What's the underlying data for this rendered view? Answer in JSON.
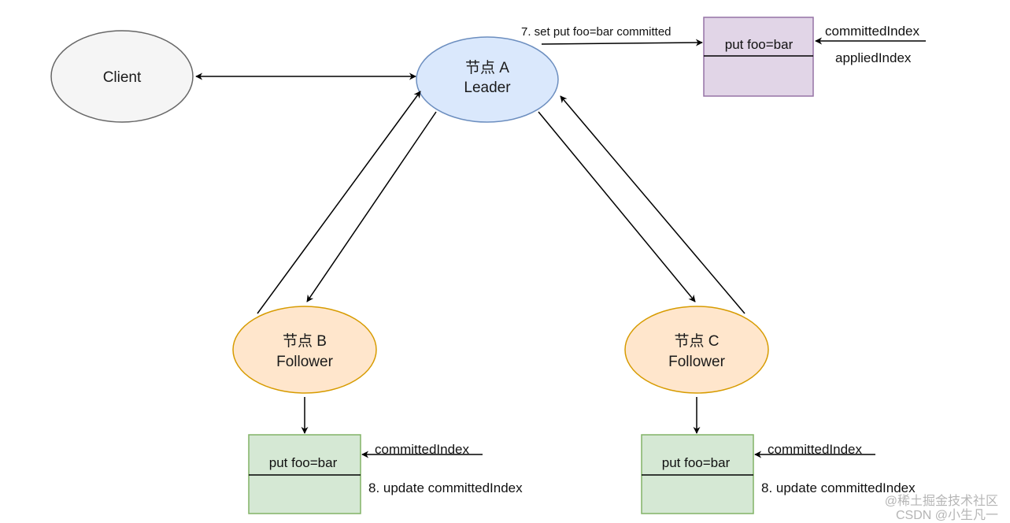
{
  "nodes": {
    "client": {
      "label": "Client",
      "fill": "#f5f5f5",
      "stroke": "#666666"
    },
    "leader": {
      "line1": "节点 A",
      "line2": "Leader",
      "fill": "#dae8fc",
      "stroke": "#6c8ebf"
    },
    "follower_b": {
      "line1": "节点 B",
      "line2": "Follower",
      "fill": "#ffe6cc",
      "stroke": "#d79b00"
    },
    "follower_c": {
      "line1": "节点 C",
      "line2": "Follower",
      "fill": "#ffe6cc",
      "stroke": "#d79b00"
    }
  },
  "logs": {
    "leader": {
      "entry": "put foo=bar",
      "fill": "#e1d5e7",
      "stroke": "#9673a6"
    },
    "follower_b": {
      "entry": "put foo=bar",
      "fill": "#d5e8d4",
      "stroke": "#82b366"
    },
    "follower_c": {
      "entry": "put foo=bar",
      "fill": "#d5e8d4",
      "stroke": "#82b366"
    }
  },
  "labels": {
    "leader_commit_step": "7. set put foo=bar committed",
    "leader_committed_index": "committedIndex",
    "leader_applied_index": "appliedIndex",
    "b_committed_index": "committedIndex",
    "b_update_step": "8. update committedIndex",
    "c_committed_index": "committedIndex",
    "c_update_step": "8. update committedIndex"
  },
  "watermark": {
    "line1": "@稀土掘金技术社区",
    "line2": "CSDN @小生凡一"
  }
}
